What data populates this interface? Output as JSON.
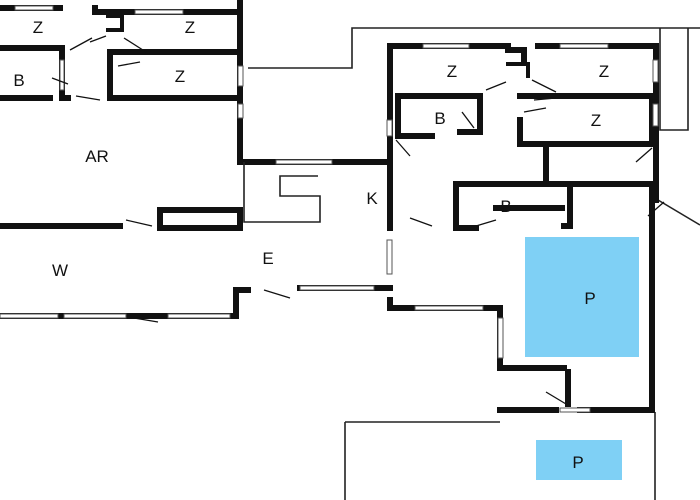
{
  "rooms": {
    "z_top_left_1": "Z",
    "z_top_left_2": "Z",
    "b_left": "B",
    "z_left_3": "Z",
    "ar": "AR",
    "w": "W",
    "e": "E",
    "k": "K",
    "z_right_1": "Z",
    "z_right_2": "Z",
    "b_right_top": "B",
    "z_right_3": "Z",
    "b_right_mid": "B",
    "p_large": "P",
    "p_small": "P"
  },
  "colors": {
    "wall": "#111111",
    "outline": "#222222",
    "pool": "#7fd0f5",
    "background": "#ffffff"
  }
}
